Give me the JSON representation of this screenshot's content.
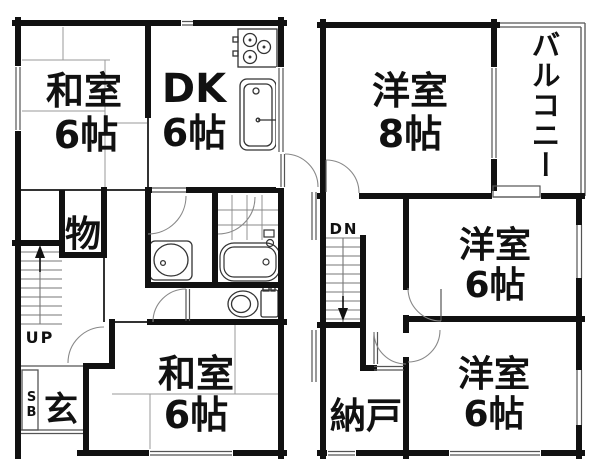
{
  "floor1": {
    "washitsu_top": {
      "name": "和室",
      "size": "6帖"
    },
    "dk": {
      "name": "DK",
      "size": "6帖"
    },
    "closet_label": "物",
    "stairs_label": "UP",
    "genkan_label": "玄",
    "shoebox_label": "SB",
    "washitsu_bottom": {
      "name": "和室",
      "size": "6帖"
    }
  },
  "floor2": {
    "western_room_8": {
      "name": "洋室",
      "size": "8帖"
    },
    "balcony_label": "バルコニー",
    "stairs_label": "DN",
    "storage_label": "納戸",
    "western_room_mid": {
      "name": "洋室",
      "size": "6帖"
    },
    "western_room_bottom": {
      "name": "洋室",
      "size": "6帖"
    }
  },
  "colors": {
    "wall": "#111111",
    "thin_line": "#555555",
    "tatami_line": "#aaaaaa",
    "background": "#ffffff"
  }
}
